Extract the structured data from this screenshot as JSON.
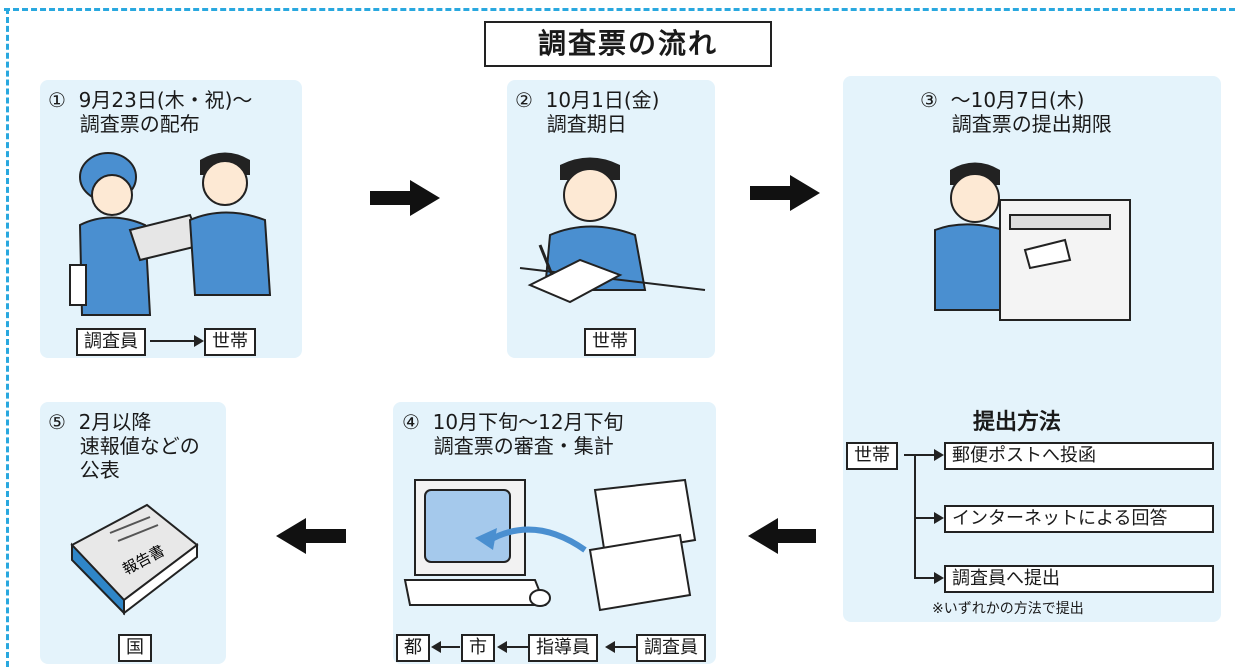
{
  "title": "調査票の流れ",
  "steps": [
    {
      "title": "①  9月23日(木・祝)〜\n     調査票の配布",
      "flow": [
        "調査員",
        "世帯"
      ]
    },
    {
      "title": "②  10月1日(金)\n     調査期日",
      "flow": [
        "世帯"
      ]
    },
    {
      "title": "③  〜10月7日(木)\n     調査票の提出期限",
      "method_title": "提出方法",
      "source": "世帯",
      "methods": [
        "郵便ポストへ投函",
        "インターネットによる回答",
        "調査員へ提出"
      ],
      "note": "※いずれかの方法で提出"
    },
    {
      "title": "④  10月下旬〜12月下旬\n     調査票の審査・集計",
      "flow": [
        "都",
        "市",
        "指導員",
        "調査員"
      ]
    },
    {
      "title": "⑤  2月以降\n     速報値などの\n     公表",
      "flow": [
        "国"
      ],
      "book_label": "報告書"
    }
  ],
  "colors": {
    "border": "#29a8df",
    "panel": "#e4f3fb",
    "figure": "#4a8fd0"
  },
  "icons": [
    "arrow-right-icon",
    "arrow-left-icon",
    "person-icon",
    "mailbox-icon",
    "computer-icon",
    "report-book-icon"
  ]
}
